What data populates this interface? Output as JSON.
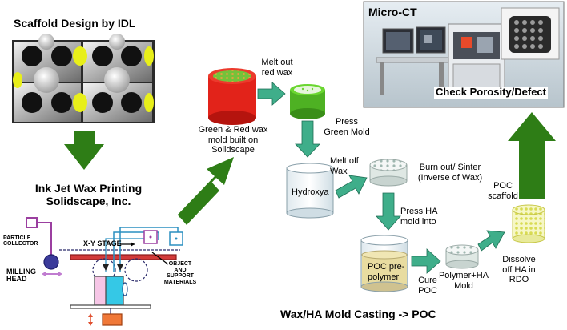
{
  "title_left": "Scaffold Design by IDL",
  "printing_title_line1": "Ink Jet Wax Printing",
  "printing_title_line2": "Solidscape, Inc.",
  "micro_ct_title": "Micro-CT",
  "check_porosity": "Check Porosity/Defect",
  "mold_caption_line1": "Green & Red wax",
  "mold_caption_line2": "mold built on",
  "mold_caption_line3": "Solidscape",
  "melt_out_line1": "Melt out",
  "melt_out_line2": "red wax",
  "press_green_line1": "Press",
  "press_green_line2": "Green Mold",
  "melt_off_line1": "Melt off",
  "melt_off_line2": "Wax",
  "hydroxya": "Hydroxya",
  "burn_out_line1": "Burn out/ Sinter",
  "burn_out_line2": "(Inverse of Wax)",
  "press_ha_line1": "Press HA",
  "press_ha_line2": "mold into",
  "poc_prepolymer_line1": "POC pre-",
  "poc_prepolymer_line2": "polymer",
  "cure_line1": "Cure",
  "cure_line2": "POC",
  "polymer_ha_line1": "Polymer+HA",
  "polymer_ha_line2": "Mold",
  "dissolve_line1": "Dissolve",
  "dissolve_line2": "off HA in",
  "dissolve_line3": "RDO",
  "poc_scaffold_line1": "POC",
  "poc_scaffold_line2": "scaffold",
  "bottom_title": "Wax/HA Mold Casting -> POC",
  "printer": {
    "particle_collector_line1": "PARTICLE",
    "particle_collector_line2": "COLLECTOR",
    "xy_stage": "X-Y STAGE",
    "milling_head_line1": "MILLING",
    "milling_head_line2": "HEAD",
    "object_line1": "OBJECT",
    "object_line2": "AND",
    "object_line3": "SUPPORT",
    "object_line4": "MATERIALS"
  },
  "colors": {
    "arrow_green": "#2e7d16",
    "arrow_teal": "#3fae8a",
    "red_wax": "#e2231a",
    "green_wax": "#5ec42a",
    "prepolymer": "#e8dca0",
    "scaffold_yellow": "#ecef2c"
  }
}
